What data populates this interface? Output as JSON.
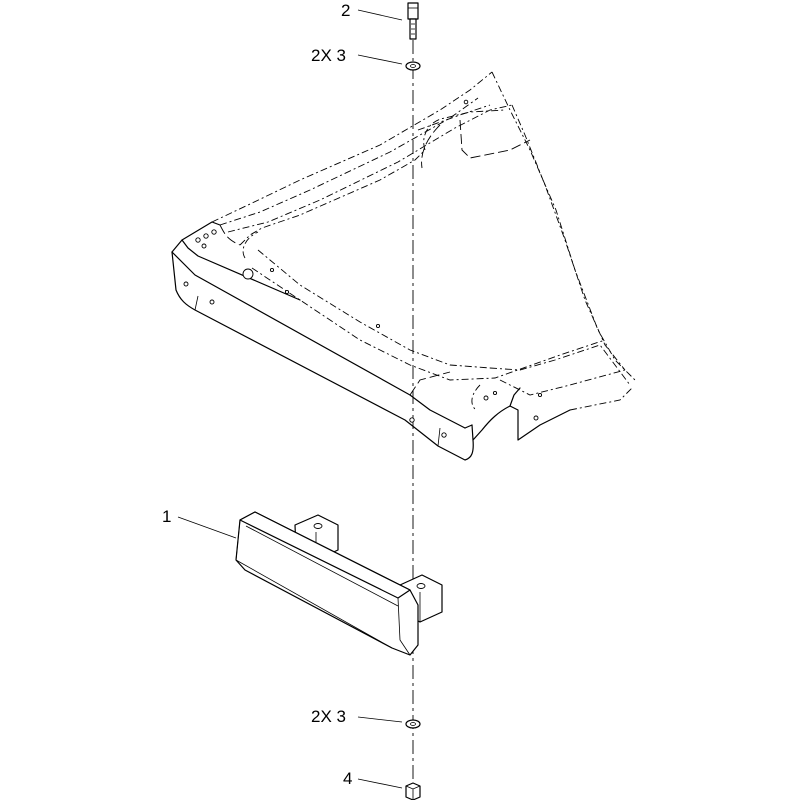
{
  "callouts": {
    "bolt": "2",
    "washer_top": "2X 3",
    "bumper": "1",
    "washer_bottom": "2X 3",
    "nut": "4"
  }
}
